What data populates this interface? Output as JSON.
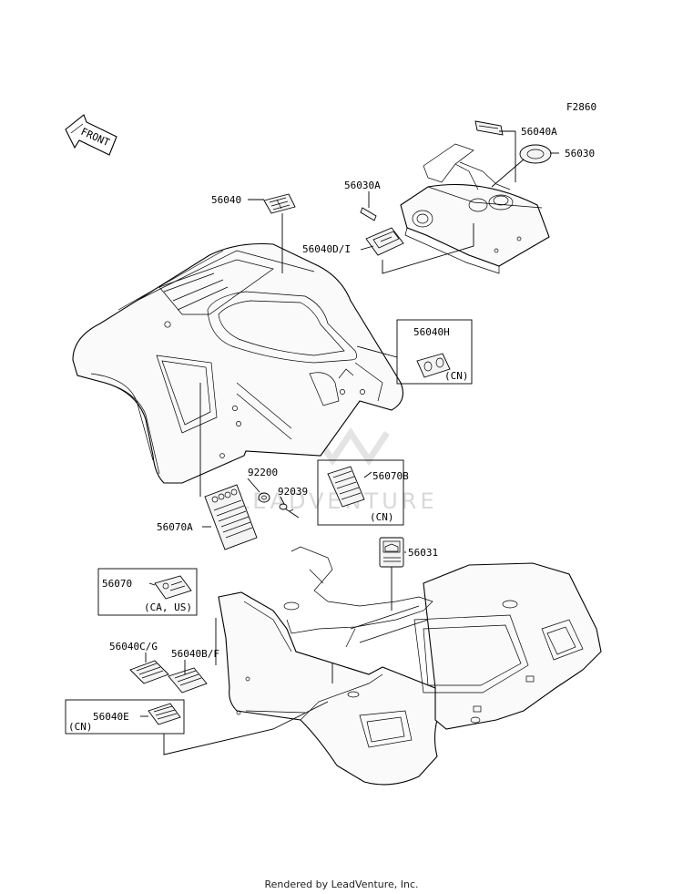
{
  "figure_code": "F2860",
  "direction_label": "FRONT",
  "watermark": "LEADVENTURE",
  "footer": "Rendered by LeadVenture, Inc.",
  "parts": {
    "p56040A": "56040A",
    "p56030": "56030",
    "p56030A": "56030A",
    "p56040": "56040",
    "p56040DI": "56040D/I",
    "p56040H": "56040H",
    "p92200": "92200",
    "p92039": "92039",
    "p56070A": "56070A",
    "p56070B": "56070B",
    "p56031": "56031",
    "p56070": "56070",
    "p56040CG": "56040C/G",
    "p56040BF": "56040B/F",
    "p56040E": "56040E"
  },
  "regions": {
    "cn_h": "(CN)",
    "cn_b": "(CN)",
    "ca_us": "(CA, US)",
    "cn_e": "(CN)"
  }
}
